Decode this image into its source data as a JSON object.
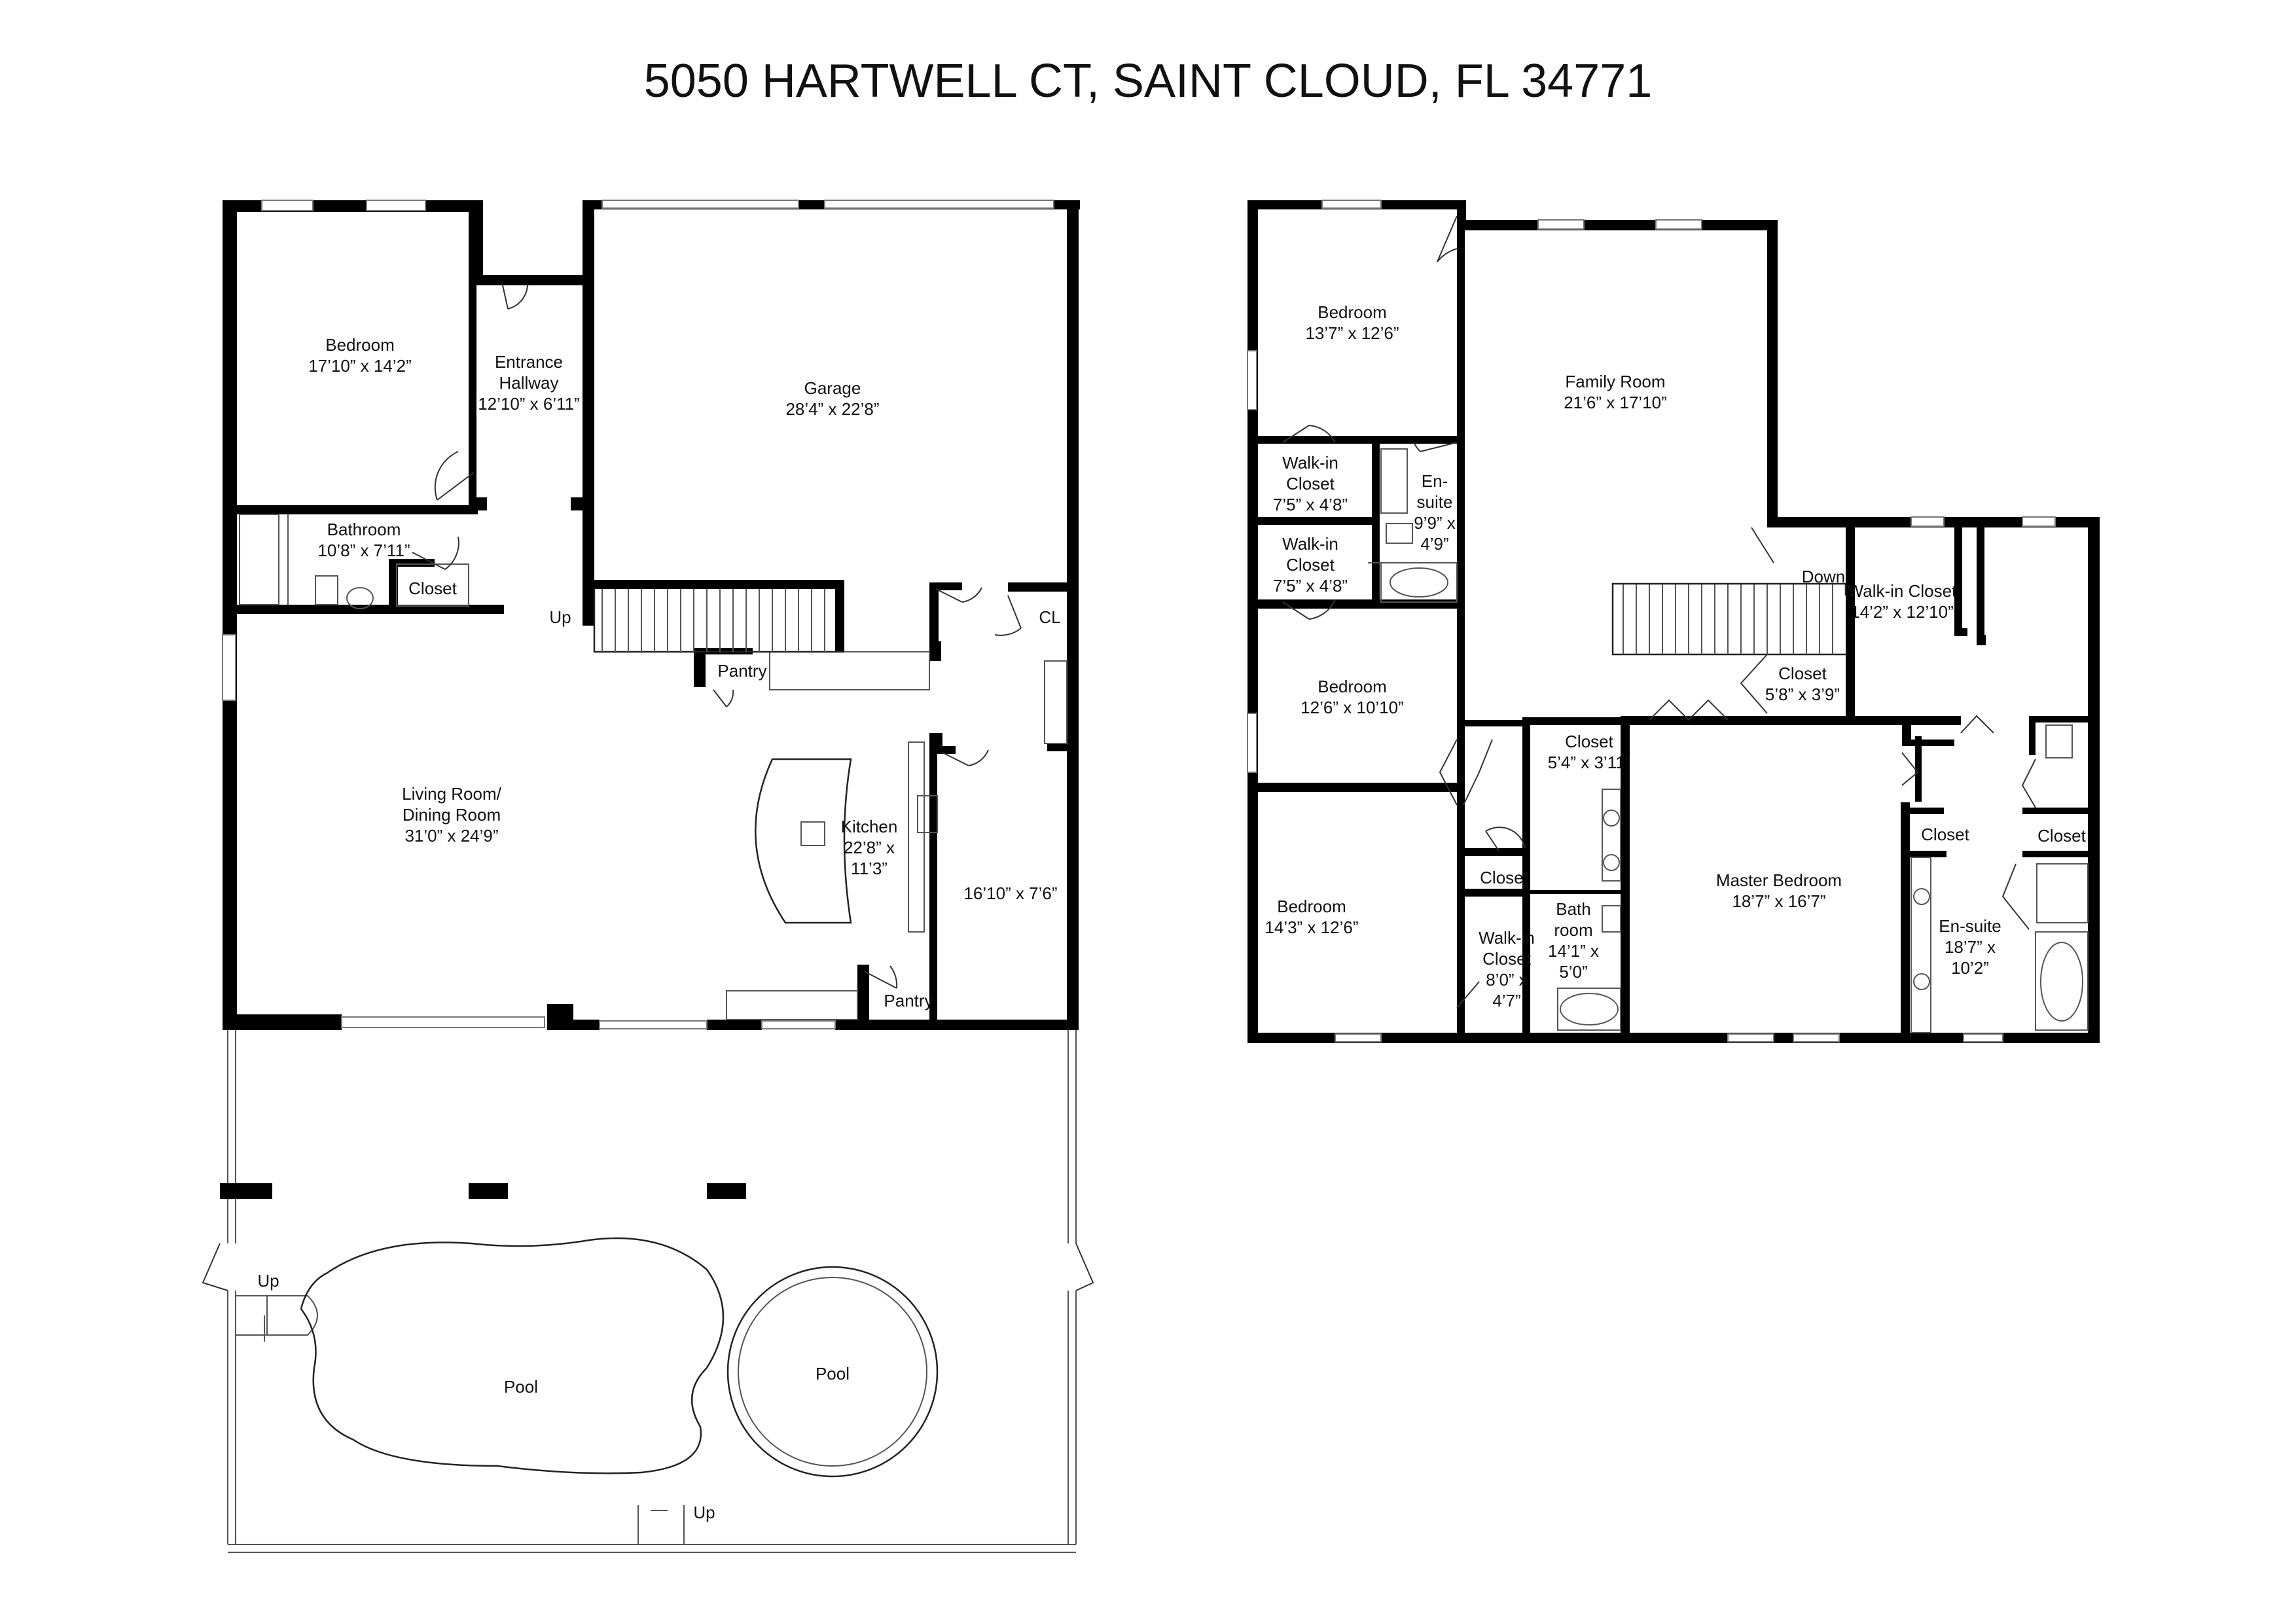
{
  "title": "5050 HARTWELL CT, SAINT CLOUD, FL 34771",
  "first_floor": {
    "bedroom": {
      "name": "Bedroom",
      "dims": "17’10” x 14’2”"
    },
    "entrance_hallway": {
      "name_line1": "Entrance",
      "name_line2": "Hallway",
      "dims": "12’10” x 6’11”"
    },
    "garage": {
      "name": "Garage",
      "dims": "28’4” x 22’8”"
    },
    "bathroom": {
      "name": "Bathroom",
      "dims": "10’8” x 7’11”"
    },
    "closet": {
      "name": "Closet"
    },
    "stairs_up": "Up",
    "pantry_top": "Pantry",
    "cl": "CL",
    "living_dining": {
      "name_line1": "Living Room/",
      "name_line2": "Dining Room",
      "dims": "31’0” x 24’9”"
    },
    "kitchen": {
      "name": "Kitchen",
      "dims_line1": "22’8” x",
      "dims_line2": "11’3”"
    },
    "side_room": {
      "dims": "16’10” x 7’6”"
    },
    "pantry_bottom": "Pantry",
    "pool_up_left": "Up",
    "pool_up_bottom": "Up",
    "pool_large": "Pool",
    "pool_round": "Pool"
  },
  "second_floor": {
    "bedroom_top": {
      "name": "Bedroom",
      "dims": "13’7” x 12’6”"
    },
    "family_room": {
      "name": "Family Room",
      "dims": "21’6” x 17’10”"
    },
    "walkin_closet_1": {
      "name_line1": "Walk-in",
      "name_line2": "Closet",
      "dims": "7’5” x 4’8”"
    },
    "ensuite_small": {
      "name_line1": "En-",
      "name_line2": "suite",
      "dims_line1": "9’9” x",
      "dims_line2": "4’9”"
    },
    "walkin_closet_2": {
      "name_line1": "Walk-in",
      "name_line2": "Closet",
      "dims": "7’5” x 4’8”"
    },
    "stairs_down": "Down",
    "walkin_closet_master": {
      "name": "Walk-in Closet",
      "dims": "14’2” x 12’10”"
    },
    "bedroom_mid": {
      "name": "Bedroom",
      "dims": "12’6” x 10’10”"
    },
    "closet_hall": {
      "name": "Closet",
      "dims": "5’8” x 3’9”"
    },
    "closet_small": {
      "name": "Closet",
      "dims": "5’4” x 3’11”"
    },
    "bedroom_bottom": {
      "name": "Bedroom",
      "dims": "14’3” x 12’6”"
    },
    "closet_bottom": {
      "name": "Closet"
    },
    "walkin_closet_3": {
      "name_line1": "Walk-in",
      "name_line2": "Closet",
      "dims_line1": "8’0” x",
      "dims_line2": "4’7”"
    },
    "bathroom": {
      "name_line1": "Bath",
      "name_line2": "room",
      "dims_line1": "14’1” x",
      "dims_line2": "5’0”"
    },
    "master_bedroom": {
      "name": "Master Bedroom",
      "dims": "18’7” x 16’7”"
    },
    "closet_ensuite_left": {
      "name": "Closet"
    },
    "closet_ensuite_right": {
      "name": "Closet"
    },
    "master_ensuite": {
      "name": "En-suite",
      "dims_line1": "18’7” x",
      "dims_line2": "10’2”"
    }
  }
}
